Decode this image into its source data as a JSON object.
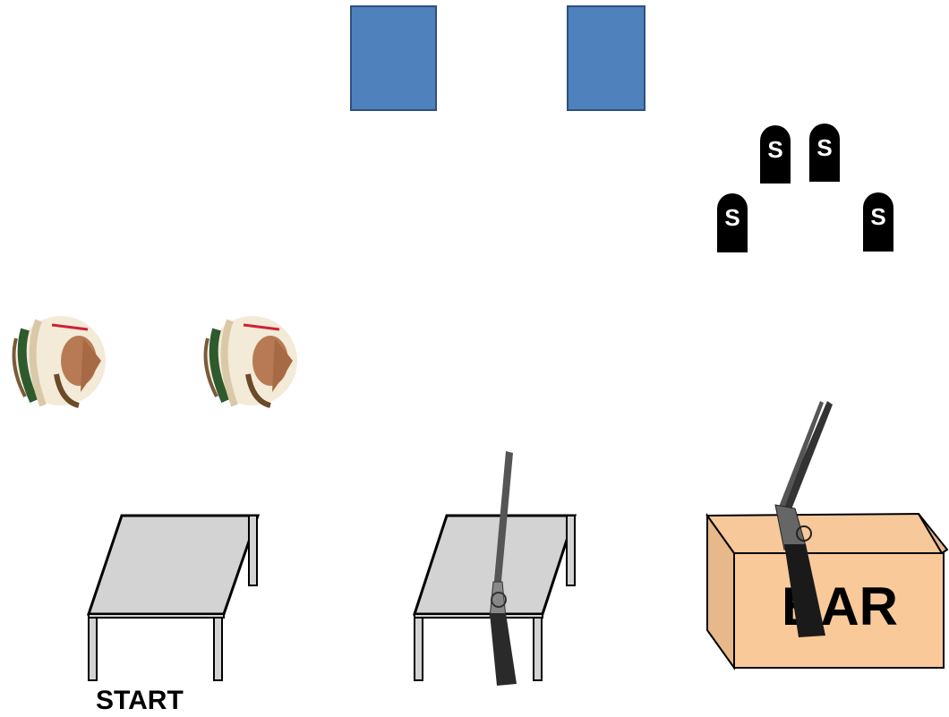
{
  "colors": {
    "door_fill": "#4f81bd",
    "tombstone_fill": "#000000",
    "table_top": "#d3d3d3",
    "box_fill": "#fac99a",
    "text": "#000000"
  },
  "tombstones": [
    {
      "letter": "S"
    },
    {
      "letter": "S"
    },
    {
      "letter": "S"
    },
    {
      "letter": "S"
    }
  ],
  "box": {
    "label": "BAR"
  },
  "start": {
    "label": "START"
  },
  "icons": {
    "door": "blue-rectangle",
    "tombstone": "tombstone-icon",
    "chief": "native-chief-headdress-icon",
    "table": "table-icon",
    "rifle": "rifle-icon",
    "box": "open-box-icon"
  }
}
